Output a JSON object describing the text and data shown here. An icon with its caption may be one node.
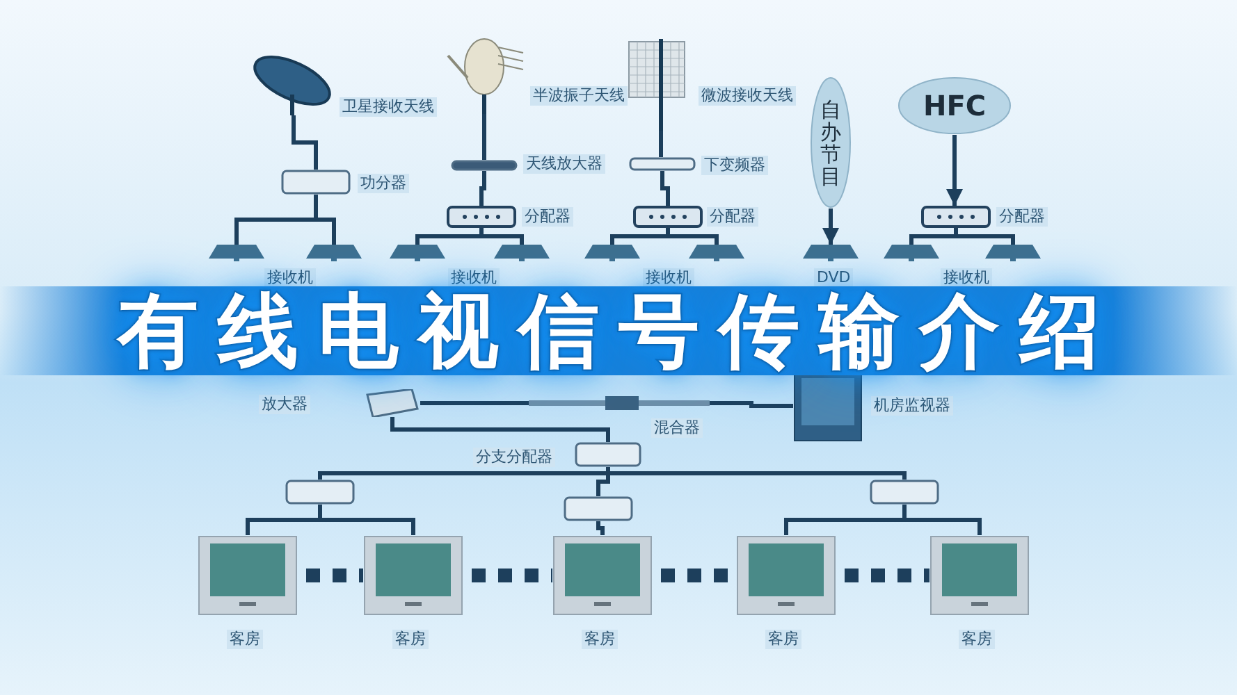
{
  "diagram": {
    "title": "有线电视信号传输介绍",
    "nodes": [
      {
        "text": [],
        "shape": "picture",
        "beside": [
          "卫星接收天线"
        ]
      },
      {
        "text": [],
        "shape": "box",
        "beside": [
          "功分器"
        ]
      },
      {
        "text": [],
        "shape": "picture",
        "beside": [
          "半波振子天线"
        ]
      },
      {
        "text": [],
        "shape": "box",
        "beside": [
          "天线放大器"
        ]
      },
      {
        "text": [],
        "shape": "picture",
        "beside": [
          "分配器"
        ]
      },
      {
        "text": [],
        "shape": "picture",
        "beside": [
          "微波接收天线"
        ]
      },
      {
        "text": [],
        "shape": "box",
        "beside": [
          "下变频器"
        ]
      },
      {
        "text": [],
        "shape": "picture",
        "beside": [
          "分配器"
        ]
      },
      {
        "text": [
          "自办节目"
        ]
      },
      {
        "text": [
          "HFC"
        ]
      },
      {
        "text": [],
        "shape": "picture",
        "beside": [
          "分配器"
        ]
      },
      {
        "text": [],
        "shape": "picture"
      },
      {
        "text": [],
        "shape": "picture"
      },
      {
        "text": [],
        "shape": "picture"
      },
      {
        "text": [],
        "shape": "picture"
      },
      {
        "text": [],
        "shape": "picture"
      },
      {
        "text": [],
        "shape": "picture"
      },
      {
        "text": [],
        "shape": "picture",
        "beside": [
          "DVD"
        ]
      },
      {
        "text": [],
        "shape": "picture"
      },
      {
        "text": [],
        "shape": "picture"
      },
      {
        "text": [],
        "shape": "picture",
        "beside": [
          "放大器"
        ]
      },
      {
        "text": [],
        "shape": "picture",
        "beside": [
          "混合器"
        ]
      },
      {
        "text": [],
        "shape": "picture",
        "beside": [
          "机房监视器"
        ]
      },
      {
        "text": [],
        "shape": "box"
      },
      {
        "text": [],
        "shape": "box"
      },
      {
        "text": [],
        "shape": "box"
      },
      {
        "text": [],
        "shape": "box"
      },
      {
        "text": [],
        "shape": "picture",
        "beside": [
          "客房"
        ]
      },
      {
        "text": [],
        "shape": "picture",
        "beside": [
          "客房"
        ]
      },
      {
        "text": [],
        "shape": "picture",
        "beside": [
          "客房"
        ]
      },
      {
        "text": [],
        "shape": "picture",
        "beside": [
          "客房"
        ]
      },
      {
        "text": [],
        "shape": "picture",
        "beside": [
          "客房"
        ]
      }
    ],
    "edges": [
      {
        "from": 0,
        "to": 1,
        "arrow": "none"
      },
      {
        "from": 1,
        "to": 11,
        "arrow": "none"
      },
      {
        "from": 1,
        "to": 12,
        "arrow": "none"
      },
      {
        "from": 2,
        "to": 3,
        "arrow": "none"
      },
      {
        "from": 3,
        "to": 4,
        "arrow": "none"
      },
      {
        "from": 4,
        "to": 13,
        "arrow": "none"
      },
      {
        "from": 4,
        "to": 14,
        "arrow": "none"
      },
      {
        "from": 5,
        "to": 6,
        "arrow": "none"
      },
      {
        "from": 6,
        "to": 7,
        "arrow": "none"
      },
      {
        "from": 7,
        "to": 15,
        "arrow": "none"
      },
      {
        "from": 7,
        "to": 16,
        "arrow": "none"
      },
      {
        "from": 8,
        "to": 17,
        "arrow": "to"
      },
      {
        "from": 9,
        "to": 10,
        "arrow": "to"
      },
      {
        "from": 10,
        "to": 18,
        "arrow": "none"
      },
      {
        "from": 10,
        "to": 19,
        "arrow": "none"
      },
      {
        "from": 20,
        "to": 21,
        "arrow": "none"
      },
      {
        "from": 21,
        "to": 22,
        "arrow": "none"
      },
      {
        "from": 20,
        "to": 23,
        "arrow": "none"
      },
      {
        "from": 23,
        "to": 24,
        "arrow": "none"
      },
      {
        "from": 23,
        "to": 25,
        "arrow": "none"
      },
      {
        "from": 23,
        "to": 26,
        "arrow": "none"
      },
      {
        "from": 24,
        "to": 27,
        "arrow": "none"
      },
      {
        "from": 24,
        "to": 28,
        "arrow": "none"
      },
      {
        "from": 25,
        "to": 29,
        "arrow": "none"
      },
      {
        "from": 26,
        "to": 30,
        "arrow": "none"
      },
      {
        "from": 26,
        "to": 31,
        "arrow": "none"
      },
      {
        "from": 27,
        "to": 28,
        "arrow": "none",
        "style": "dashed"
      },
      {
        "from": 28,
        "to": 29,
        "arrow": "none",
        "style": "dashed"
      },
      {
        "from": 29,
        "to": 30,
        "arrow": "none",
        "style": "dashed"
      },
      {
        "from": 30,
        "to": 31,
        "arrow": "none",
        "style": "dashed"
      }
    ],
    "labels": [
      "接收机",
      "接收机",
      "接收机",
      "接收机",
      "分支分配器"
    ]
  }
}
